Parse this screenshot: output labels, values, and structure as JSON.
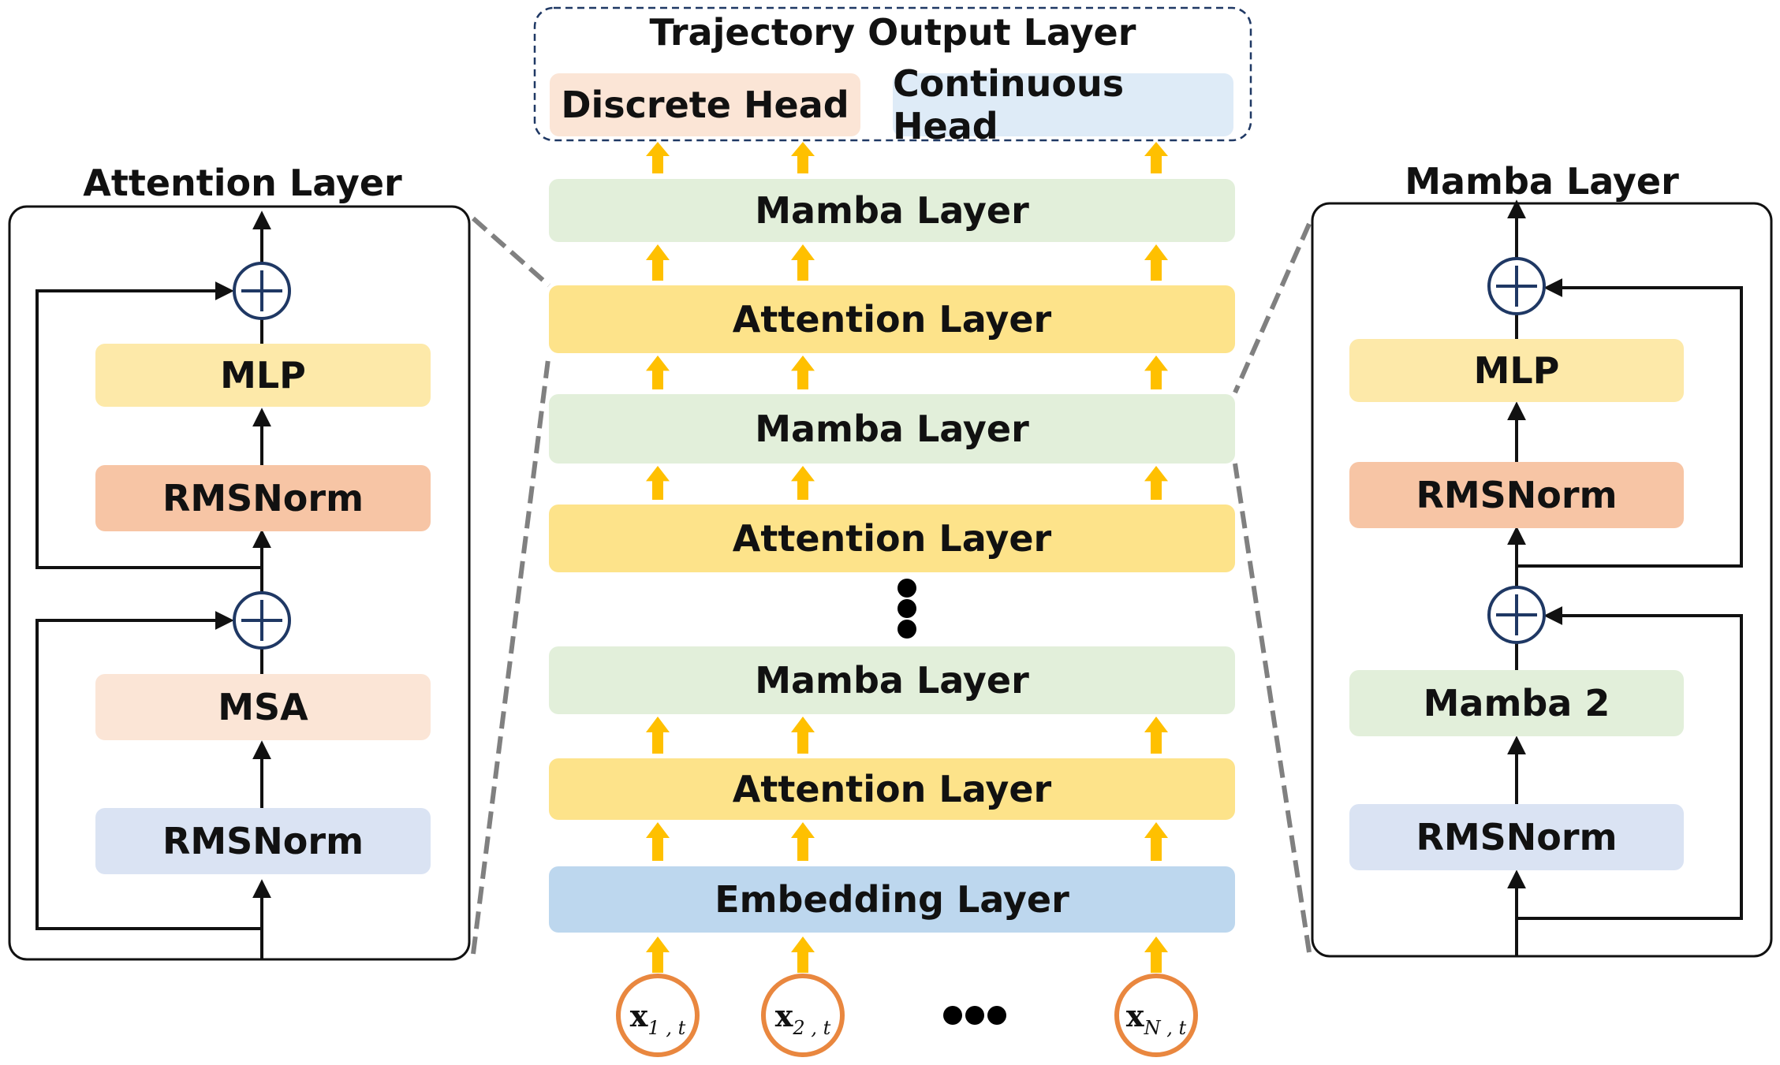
{
  "colors": {
    "attention": "#fde38a",
    "mamba": "#e2efda",
    "rmsnorm_warm": "#f7c5a5",
    "rmsnorm_cool": "#dae3f3",
    "msa": "#fbe5d6",
    "embedding": "#bdd7ee",
    "discrete": "#fbe5d6",
    "continuous": "#deebf7",
    "arrow_yellow": "#ffc000",
    "input_ring": "#e9873f",
    "sum_node": "#1f3864",
    "connector": "#808080"
  },
  "output_group": {
    "title": "Trajectory Output Layer",
    "discrete_head": "Discrete Head",
    "continuous_head": "Continuous Head"
  },
  "stack": {
    "layers": [
      "Mamba Layer",
      "Attention Layer",
      "Mamba Layer",
      "Attention Layer",
      "Mamba Layer",
      "Attention Layer",
      "Embedding Layer"
    ],
    "ellipsis_icon": "vertical-ellipsis"
  },
  "inputs": {
    "tokens": [
      {
        "base": "x",
        "sub": "1 , t"
      },
      {
        "base": "x",
        "sub": "2 , t"
      },
      {
        "base": "x",
        "sub": "N , t"
      }
    ],
    "ellipsis_icon": "horizontal-ellipsis"
  },
  "attention_detail": {
    "title": "Attention Layer",
    "blocks": [
      "MLP",
      "RMSNorm",
      "MSA",
      "RMSNorm"
    ],
    "sum_icon": "plus-circle"
  },
  "mamba_detail": {
    "title": "Mamba Layer",
    "blocks": [
      "MLP",
      "RMSNorm",
      "Mamba 2",
      "RMSNorm"
    ],
    "sum_icon": "plus-circle"
  }
}
